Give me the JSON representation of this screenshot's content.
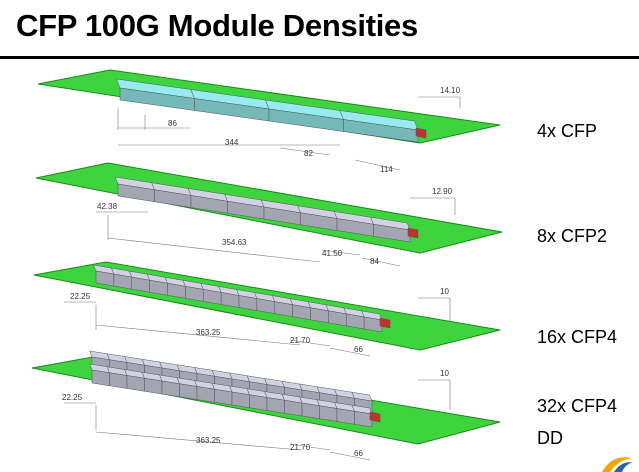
{
  "title": "CFP 100G Module Densities",
  "rows": [
    {
      "label": "4x CFP",
      "module_count": 4,
      "module_color": "#8fe0e3",
      "dims": {
        "height": "14.10",
        "module_width": "86",
        "total": "344",
        "pitch": "82",
        "edge": "114"
      }
    },
    {
      "label": "8x CFP2",
      "module_count": 8,
      "module_color": "#c7c9d9",
      "dims": {
        "height": "12.90",
        "module_width": "42.38",
        "total": "354.63",
        "pitch": "41.50",
        "edge": "84"
      }
    },
    {
      "label": "16x CFP4",
      "module_count": 16,
      "module_color": "#c7c9d9",
      "dims": {
        "height": "10",
        "module_width": "22.25",
        "total": "363.25",
        "pitch": "21.70",
        "edge": "66"
      }
    },
    {
      "label_lines": [
        "32x CFP4",
        "DD"
      ],
      "module_count": 16,
      "stack": 2,
      "module_color": "#c7c9d9",
      "dims": {
        "height": "10",
        "module_width": "22.25",
        "total": "363.25",
        "pitch": "21.70",
        "edge": "66"
      }
    }
  ],
  "colors": {
    "board": "#3dd43d",
    "board_edge": "#1a8a1a",
    "connector": "#c0322f"
  }
}
